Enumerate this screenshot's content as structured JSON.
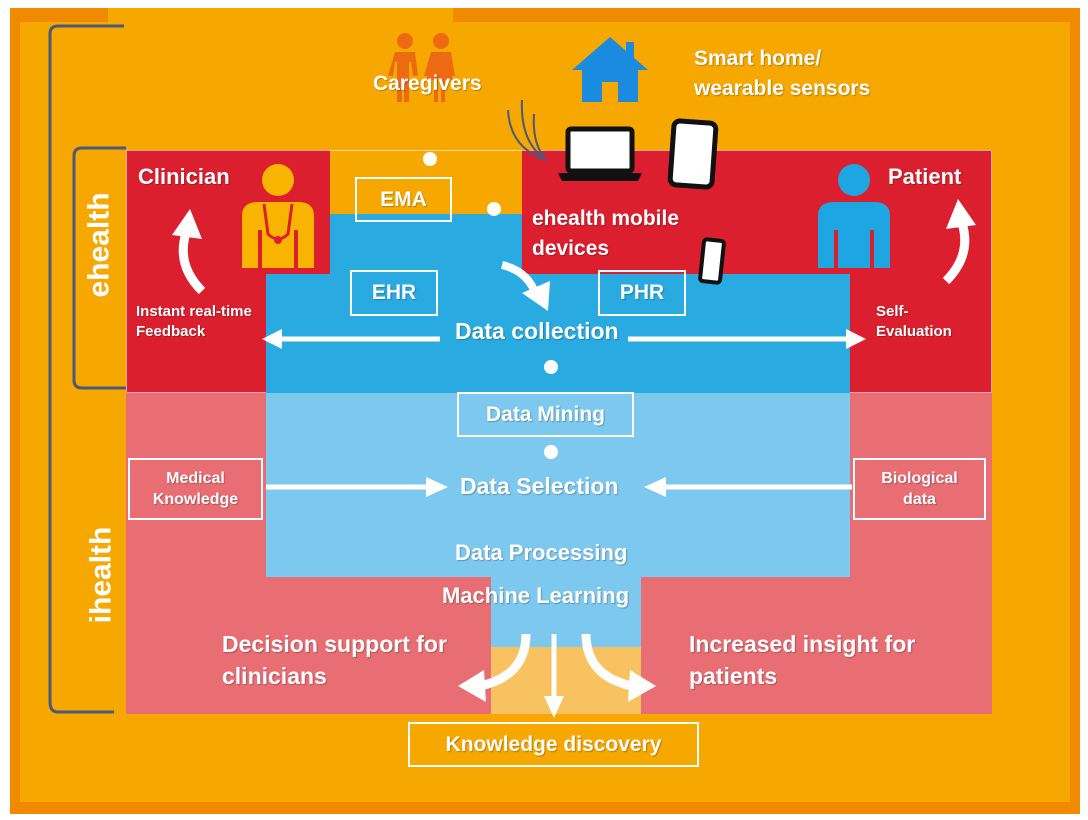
{
  "sections": {
    "ehealth": "ehealth",
    "ihealth": "ihealth"
  },
  "top": {
    "caregivers": "Caregivers",
    "smart_home_line1": "Smart home/",
    "smart_home_line2": "wearable sensors"
  },
  "clinician": {
    "title": "Clinician",
    "feedback_line1": "Instant real-time",
    "feedback_line2": "Feedback"
  },
  "patient": {
    "title": "Patient",
    "eval_line1": "Self-",
    "eval_line2": "Evaluation"
  },
  "boxes": {
    "ema": "EMA",
    "ehr": "EHR",
    "phr": "PHR",
    "data_mining": "Data Mining",
    "medical_line1": "Medical",
    "medical_line2": "Knowledge",
    "bio_line1": "Biological",
    "bio_line2": "data",
    "knowledge_discovery": "Knowledge discovery"
  },
  "devices": {
    "line1": "ehealth mobile",
    "line2": "devices"
  },
  "flow": {
    "data_collection": "Data collection",
    "data_selection": "Data Selection",
    "data_processing": "Data Processing",
    "machine_learning": "Machine Learning"
  },
  "outcomes": {
    "clinicians_line1": "Decision support for",
    "clinicians_line2": "clinicians",
    "patients_line1": "Increased insight for",
    "patients_line2": "patients"
  },
  "colors": {
    "frame": "#f08a00",
    "orange": "#f6a700",
    "red": "#dc1f2e",
    "pink": "#e86e74",
    "blue": "#29abe2",
    "lightblue": "#7dc8ef",
    "peach": "#f9c261",
    "house": "#1b8be0",
    "person_orange": "#ee6a12",
    "clinician_yellow": "#f9b400",
    "patient_blue": "#1ea6e3"
  },
  "icons": [
    "caregivers-icon",
    "house-icon",
    "signal-icon",
    "laptop-icon",
    "tablet-icon",
    "phone-icon",
    "clinician-icon",
    "patient-icon"
  ]
}
